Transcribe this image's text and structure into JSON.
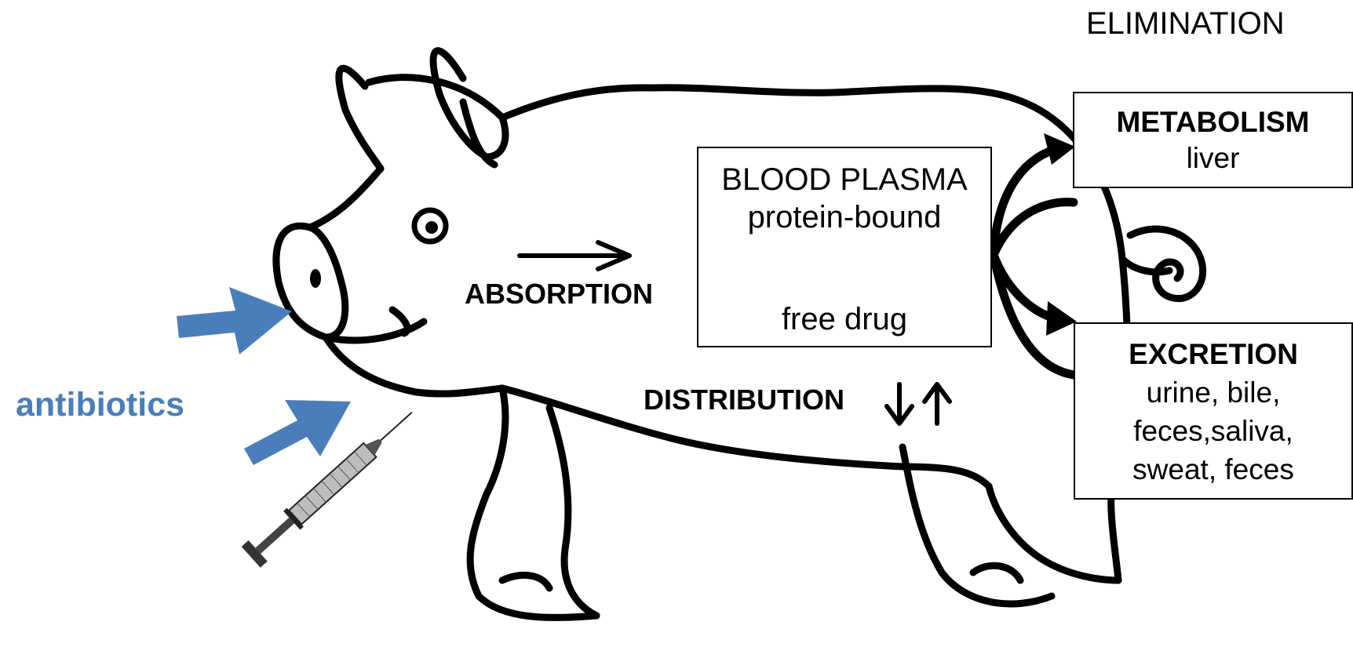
{
  "input": {
    "label": "antibiotics",
    "color": "#4a7ebb"
  },
  "stages": {
    "absorption": "ABSORPTION",
    "distribution": "DISTRIBUTION",
    "elimination": "ELIMINATION"
  },
  "plasma_box": {
    "title": "BLOOD PLASMA",
    "bound": "protein-bound",
    "free": "free drug"
  },
  "metabolism_box": {
    "title": "METABOLISM",
    "organ": "liver"
  },
  "excretion_box": {
    "title": "EXCRETION",
    "line1": "urine, bile,",
    "line2": "feces,saliva,",
    "line3": "sweat, feces"
  },
  "icons": [
    "pig-outline",
    "syringe-icon",
    "blue-arrow-icon",
    "curved-arrow-icon",
    "up-down-arrows-icon"
  ]
}
